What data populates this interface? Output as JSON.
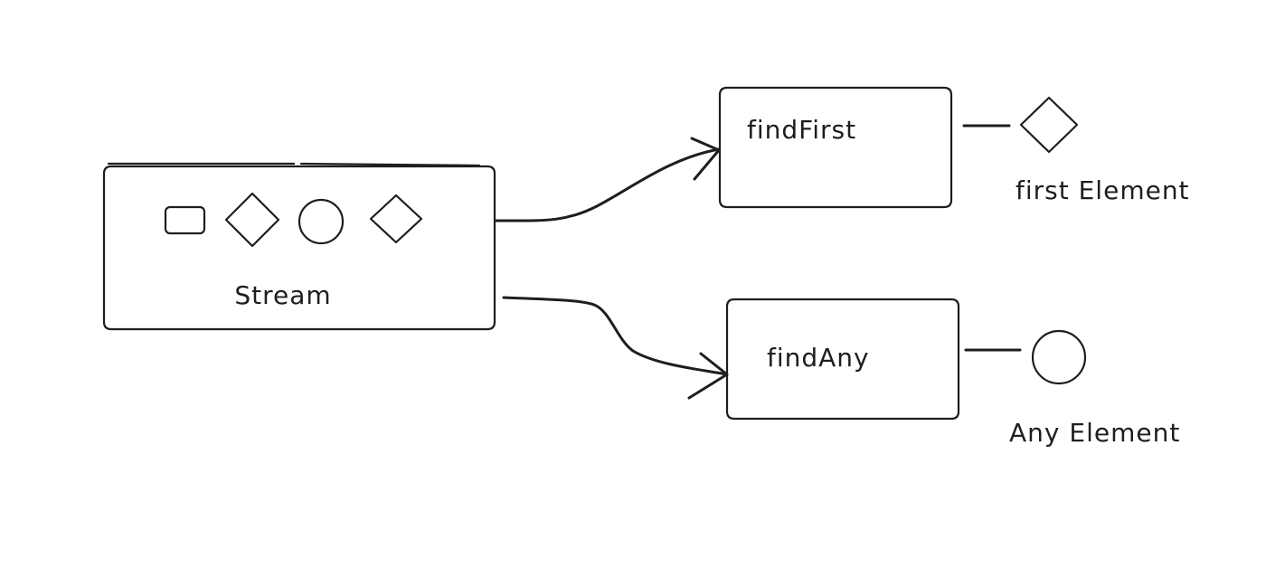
{
  "stream": {
    "label": "Stream",
    "elements": [
      "rectangle",
      "diamond",
      "circle",
      "diamond"
    ]
  },
  "operations": [
    {
      "label": "findFirst",
      "result_shape": "diamond",
      "result_label": "first Element"
    },
    {
      "label": "findAny",
      "result_shape": "circle",
      "result_label": "Any Element"
    }
  ],
  "colors": {
    "ink": "#1e1e1e",
    "background": "#ffffff"
  }
}
